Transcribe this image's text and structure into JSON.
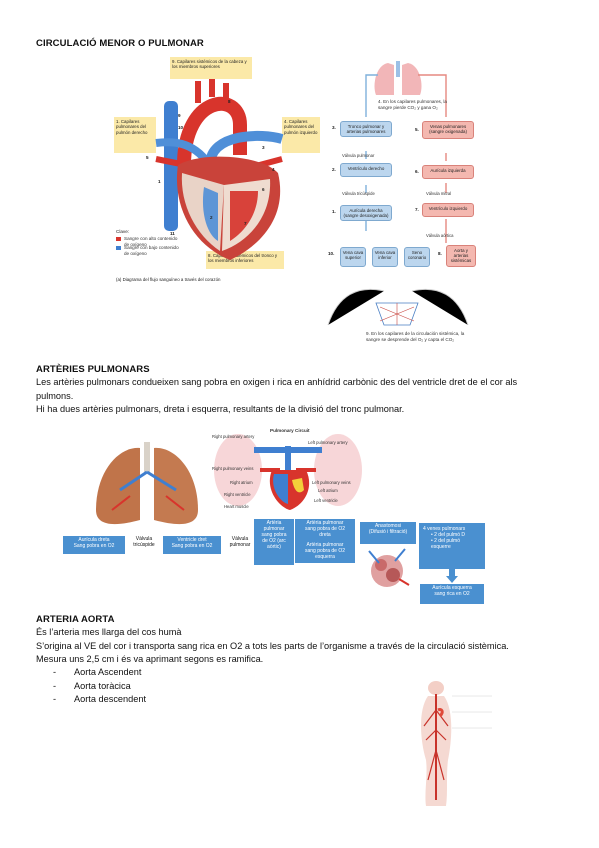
{
  "section1": {
    "title": "CIRCULACIÓ MENOR O PULMONAR",
    "heart_figure": {
      "note_top": "9. Capilares sistémicos de la cabeza y los miembros superiores",
      "note_left": "1. Capilares pulmonares del pulmón derecho",
      "note_right": "4. Capilares pulmonares del pulmón izquierdo",
      "note_bottom": "8. Capilares sistémicos del tronco y los miembros inferiores",
      "legend_title": "Clave:",
      "legend_red": "Sangre con alto contenido de oxígeno",
      "legend_blue": "Sangre con bajo contenido de oxígeno",
      "caption": "(a) Diagrama del flujo sanguíneo a través del corazón",
      "numbers": [
        "9",
        "10",
        "1",
        "2",
        "3",
        "4",
        "5",
        "6",
        "7",
        "8",
        "11"
      ]
    },
    "flow_figure": {
      "top_note": "4. En los capilares pulmonares, la sangre pierde CO₂ y gana O₂",
      "b_tronco": "Tronco pulmonar y arterias pulmonares",
      "l_valv_pulm": "Válvula pulmonar",
      "b_ventr_der": "Ventrículo derecho",
      "l_valv_tric": "Válvula tricúspide",
      "b_auric_der": "Aurícula derecha (sangre desoxigenada)",
      "b_vcs": "Vena cava superior",
      "b_vci": "Vena cava inferior",
      "b_seno": "Seno coronario",
      "b_venas": "Venas pulmonares (sangre oxigenada)",
      "b_auric_izq": "Aurícula izquierda",
      "l_valv_mitral": "Válvula mitral",
      "b_ventr_izq": "Ventrículo izquierdo",
      "l_valv_aort": "Válvula aórtica",
      "b_aorta": "Aorta y arterias sistémicas",
      "bottom_note": "9. En los capilares de la circulación sistémica, la sangre se desprende del O₂ y capta el CO₂",
      "n1": "1.",
      "n2": "2.",
      "n3": "3.",
      "n5": "5.",
      "n6": "6.",
      "n7": "7.",
      "n8": "8.",
      "n10": "10."
    }
  },
  "section2": {
    "title": "ARTÈRIES PULMONARS",
    "p1": "Les artèries pulmonars condueixen sang pobra en oxigen i rica en anhídrid carbònic des del ventricle dret de el cor als pulmons.",
    "p2": "Hi ha dues artèries pulmonars, dreta i esquerra, resultants de la divisió del tronc pulmonar.",
    "circuit_figure": {
      "title": "Pulmonary Circuit",
      "labels": [
        "Right pulmonary artery",
        "Left pulmonary artery",
        "Right pulmonary veins",
        "Left pulmonary veins",
        "Right atrium",
        "Left atrium",
        "Right ventricle",
        "Left ventricle",
        "Heart muscle"
      ]
    },
    "flow": {
      "b1": "Aurícula dreta\nSang pobra en O2",
      "t1": "Vàlvula\ntricúspide",
      "b2": "Ventricle dret\nSang pobra en O2",
      "t2": "Vàlvula\npulmonar",
      "b3": "Artèria\npulmonar\nsang pobra\nde O2 (arc\naòrtic)",
      "b4a": "Artèria pulmonar\nsang pobra de O2\ndreta",
      "b4b": "Artèria pulmonar\nsang pobra de O2\nesquerra",
      "b5": "Anastomosi\n(Difusió i filtració)",
      "b6_title": "4 venes pulmonars",
      "b6_items": [
        "2 del pulmó D",
        "2 del pulmó esquerre"
      ],
      "b7": "Aurícula esquerra\nsang rica en O2"
    }
  },
  "section3": {
    "title": "ARTERIA AORTA",
    "p1": "És l’arteria mes llarga del cos humà",
    "p2": "S’origina al VE del cor i transporta sang rica en O2 a tots les parts de l’organisme a través de la circulació sistèmica.",
    "p3": "Mesura uns 2,5 cm i és va aprimant segons es ramifica.",
    "dash": "-",
    "items": [
      "Aorta Ascendent",
      "Aorta toràcica",
      "Aorta descendent"
    ]
  },
  "colors": {
    "blue_box": "#4a90d0",
    "oxygenated": "#d8342c",
    "deoxygenated": "#3f7fd0"
  }
}
